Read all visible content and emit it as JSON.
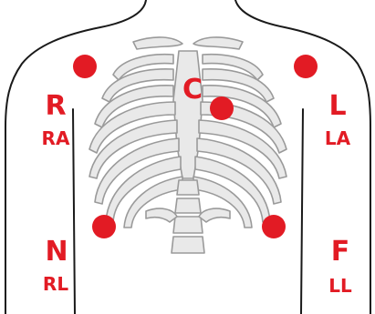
{
  "colors": {
    "electrode": "#e21b24",
    "label": "#e21b24",
    "bone_fill": "#e9e9e9",
    "bone_stroke": "#9a9a9a",
    "body_outline": "#1a1a1a"
  },
  "labels": {
    "right_arm": {
      "letter": "R",
      "code": "RA"
    },
    "left_arm": {
      "letter": "L",
      "code": "LA"
    },
    "chest": {
      "letter": "C"
    },
    "right_leg": {
      "letter": "N",
      "code": "RL"
    },
    "left_leg": {
      "letter": "F",
      "code": "LL"
    }
  },
  "icons": {
    "torso": "torso-outline",
    "ribcage": "ribcage-illustration",
    "electrode": "electrode-dot"
  }
}
